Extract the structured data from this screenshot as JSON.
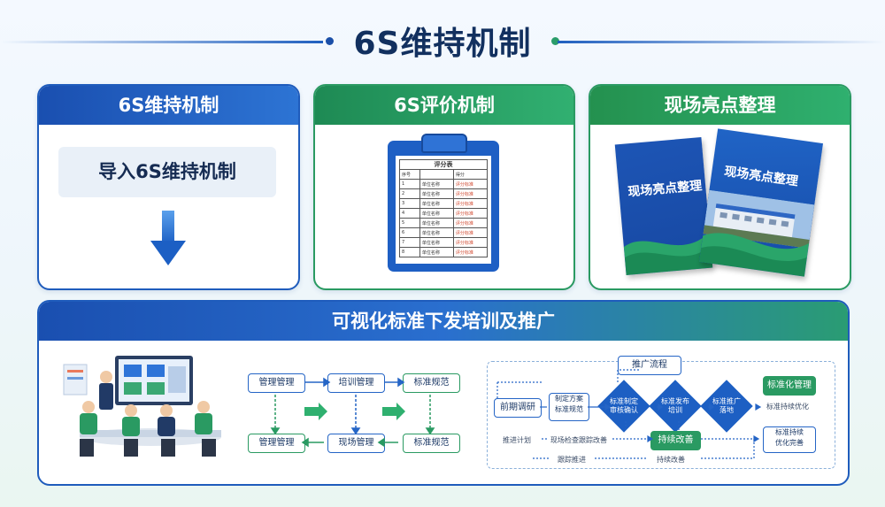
{
  "page_title": "6S维持机制",
  "panels": {
    "mechanism": {
      "title": "6S维持机制",
      "intro": "导入6S维持机制"
    },
    "evaluation": {
      "title": "6S评价机制",
      "sheet_title": "评分表",
      "sheet_rows": [
        [
          "序号",
          "",
          "得分"
        ],
        [
          "1",
          "单位名称",
          "评分标准"
        ],
        [
          "2",
          "单位名称",
          "评分标准"
        ],
        [
          "3",
          "单位名称",
          "评分标准"
        ],
        [
          "4",
          "单位名称",
          "评分标准"
        ],
        [
          "5",
          "单位名称",
          "评分标准"
        ],
        [
          "6",
          "单位名称",
          "评分标准"
        ],
        [
          "7",
          "单位名称",
          "评分标准"
        ],
        [
          "8",
          "单位名称",
          "评分标准"
        ]
      ]
    },
    "highlights": {
      "title": "现场亮点整理",
      "book_title": "现场亮点整理"
    }
  },
  "promotion": {
    "title": "可视化标准下发培训及推广",
    "cycle_nodes": [
      "管理管理",
      "培训管理",
      "标准规范",
      "管理管理",
      "现场管理",
      "标准规范"
    ],
    "flow": {
      "header": "推广流程",
      "start": "前期调研",
      "doc": "制定方案\n标准规范",
      "d1": "标准制定\n审核确认",
      "d2": "标准发布\n培训",
      "d3": "标准推广\n落地",
      "end1": "标准化管理",
      "end2_label": "标准持续优化",
      "review": "标准持续\n优化完善",
      "green_node": "持续改善",
      "notes": [
        "推进计划",
        "现场检查跟踪改善",
        "跟踪推进",
        "持续改善"
      ]
    }
  },
  "colors": {
    "brand_blue": "#1f5cbc",
    "brand_green": "#2a9a62",
    "title_navy": "#12305f"
  }
}
